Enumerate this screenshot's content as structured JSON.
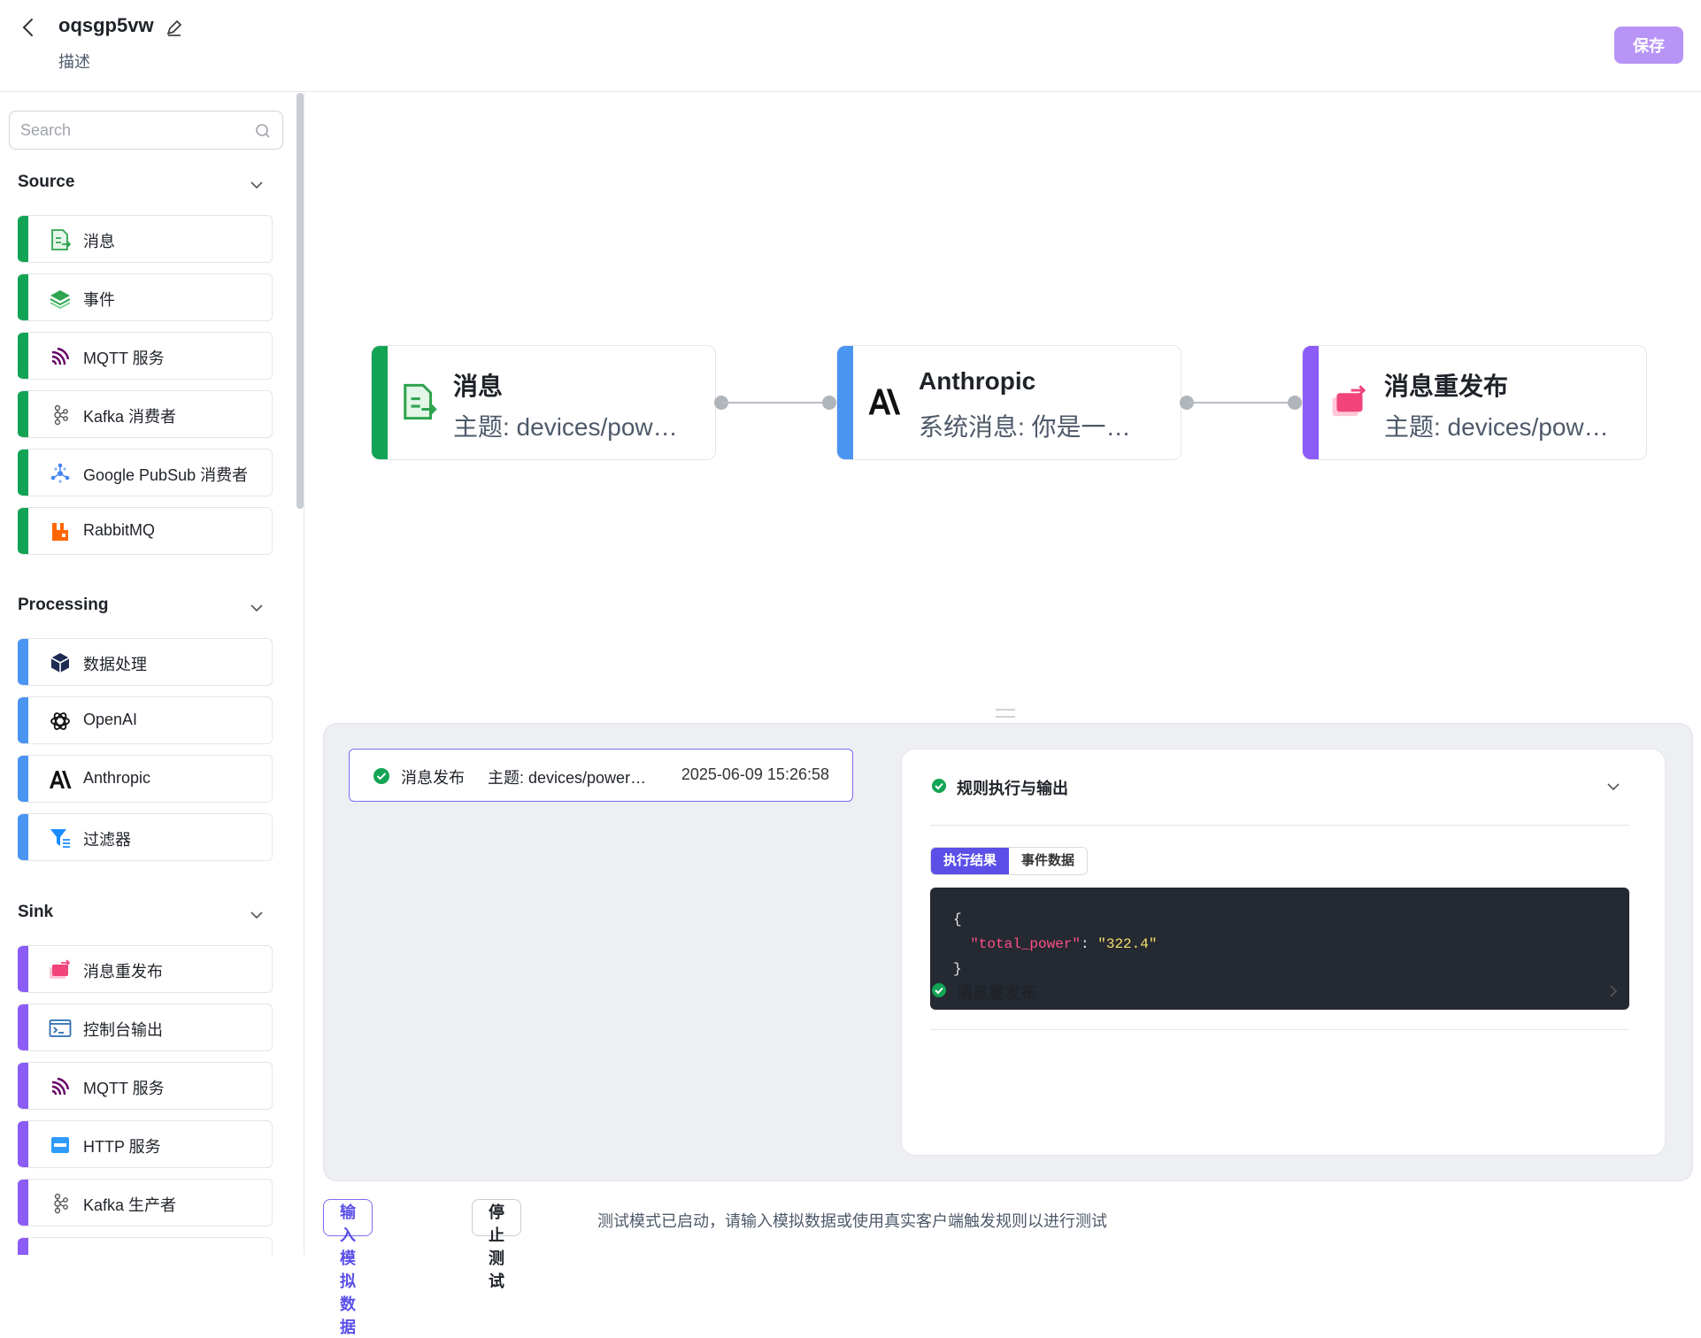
{
  "header": {
    "title": "oqsgp5vw",
    "subtitle": "描述",
    "save_label": "保存"
  },
  "sidebar": {
    "search_placeholder": "Search",
    "sections": [
      {
        "title": "Source",
        "items": [
          {
            "label": "消息",
            "icon": "message-doc-icon"
          },
          {
            "label": "事件",
            "icon": "layers-icon"
          },
          {
            "label": "MQTT 服务",
            "icon": "mqtt-icon"
          },
          {
            "label": "Kafka 消费者",
            "icon": "kafka-icon"
          },
          {
            "label": "Google PubSub 消费者",
            "icon": "pubsub-icon"
          },
          {
            "label": "RabbitMQ",
            "icon": "rabbitmq-icon"
          }
        ]
      },
      {
        "title": "Processing",
        "items": [
          {
            "label": "数据处理",
            "icon": "cube-icon"
          },
          {
            "label": "OpenAI",
            "icon": "openai-icon"
          },
          {
            "label": "Anthropic",
            "icon": "anthropic-icon"
          },
          {
            "label": "过滤器",
            "icon": "filter-icon"
          }
        ]
      },
      {
        "title": "Sink",
        "items": [
          {
            "label": "消息重发布",
            "icon": "republish-icon"
          },
          {
            "label": "控制台输出",
            "icon": "console-icon"
          },
          {
            "label": "MQTT 服务",
            "icon": "mqtt-icon"
          },
          {
            "label": "HTTP 服务",
            "icon": "http-icon"
          },
          {
            "label": "Kafka 生产者",
            "icon": "kafka-icon"
          }
        ]
      }
    ]
  },
  "flow": {
    "nodes": [
      {
        "title": "消息",
        "subtitle": "主题: devices/power/total",
        "color": "#12a454"
      },
      {
        "title": "Anthropic",
        "subtitle": "系统消息: 你是一个数据分析助手",
        "color": "#4a95f2"
      },
      {
        "title": "消息重发布",
        "subtitle": "主题: devices/power/total",
        "color": "#8b5cf6"
      }
    ]
  },
  "test": {
    "log": {
      "type": "消息发布",
      "topic": "主题: devices/power/total",
      "time": "2025-06-09 15:26:58"
    },
    "result": {
      "section1_title": "规则执行与输出",
      "tab_active": "执行结果",
      "tab_other": "事件数据",
      "code_open": "{",
      "code_key": "\"total_power\"",
      "code_colon": ": ",
      "code_value": "\"322.4\"",
      "code_close": "}",
      "section2_title": "消息重发布"
    },
    "input_mock_label": "输入模拟数据",
    "stop_label": "停止测试",
    "hint": "测试模式已启动，请输入模拟数据或使用真实客户端触发规则以进行测试"
  },
  "colors": {
    "source": "#12a454",
    "processing": "#4a95f2",
    "sink": "#8b5cf6",
    "accent": "#5b4fe8"
  }
}
